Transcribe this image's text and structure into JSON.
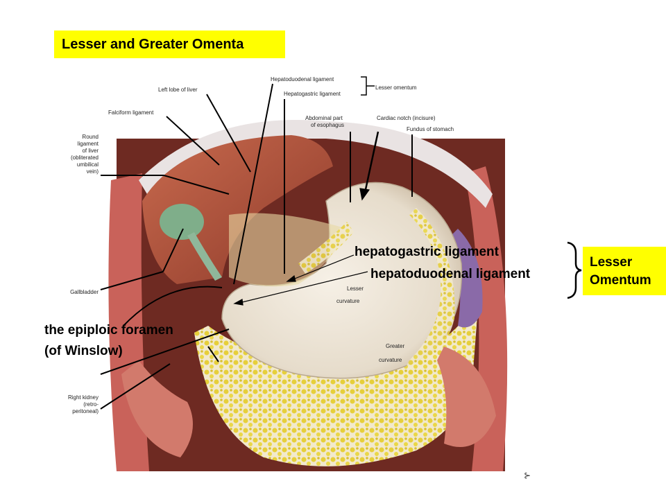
{
  "title": "Lesser and Greater Omenta",
  "labels": {
    "hepatoduodenal_ligament_small": "Hepatoduodenal ligament",
    "hepatogastric_ligament_small": "Hepatogastric ligament",
    "lesser_omentum_small": "Lesser omentum",
    "left_lobe": "Left lobe of liver",
    "falciform": "Falciform ligament",
    "round_ligament": [
      "Round",
      "ligament",
      "of liver",
      "(obliterated",
      "umbilical",
      "vein)"
    ],
    "abdominal_esophagus": [
      "Abdominal part",
      "of esophagus"
    ],
    "cardiac_notch": "Cardiac notch (incisure)",
    "fundus": "Fundus of stomach",
    "gallbladder": "Gallbladder",
    "lesser_curvature": [
      "Lesser",
      "curvature"
    ],
    "greater_curvature": [
      "Greater",
      "curvature"
    ],
    "right_kidney": [
      "Right kidney",
      "(retro-",
      "peritoneal)"
    ]
  },
  "annotations": {
    "hepatogastric": "hepatogastric ligament",
    "hepatoduodenal": "hepatoduodenal ligament",
    "foramen_line1": "the epiploic foramen",
    "foramen_line2": "(of Winslow)"
  },
  "lesser_omentum_box": {
    "line1": "Lesser",
    "line2": "Omentum"
  },
  "colors": {
    "highlight": "#ffff00",
    "liver": "#b5503a",
    "stomach": "#efe6d8",
    "omentum_fat": "#e8d240",
    "gallbladder": "#7fae8a"
  }
}
